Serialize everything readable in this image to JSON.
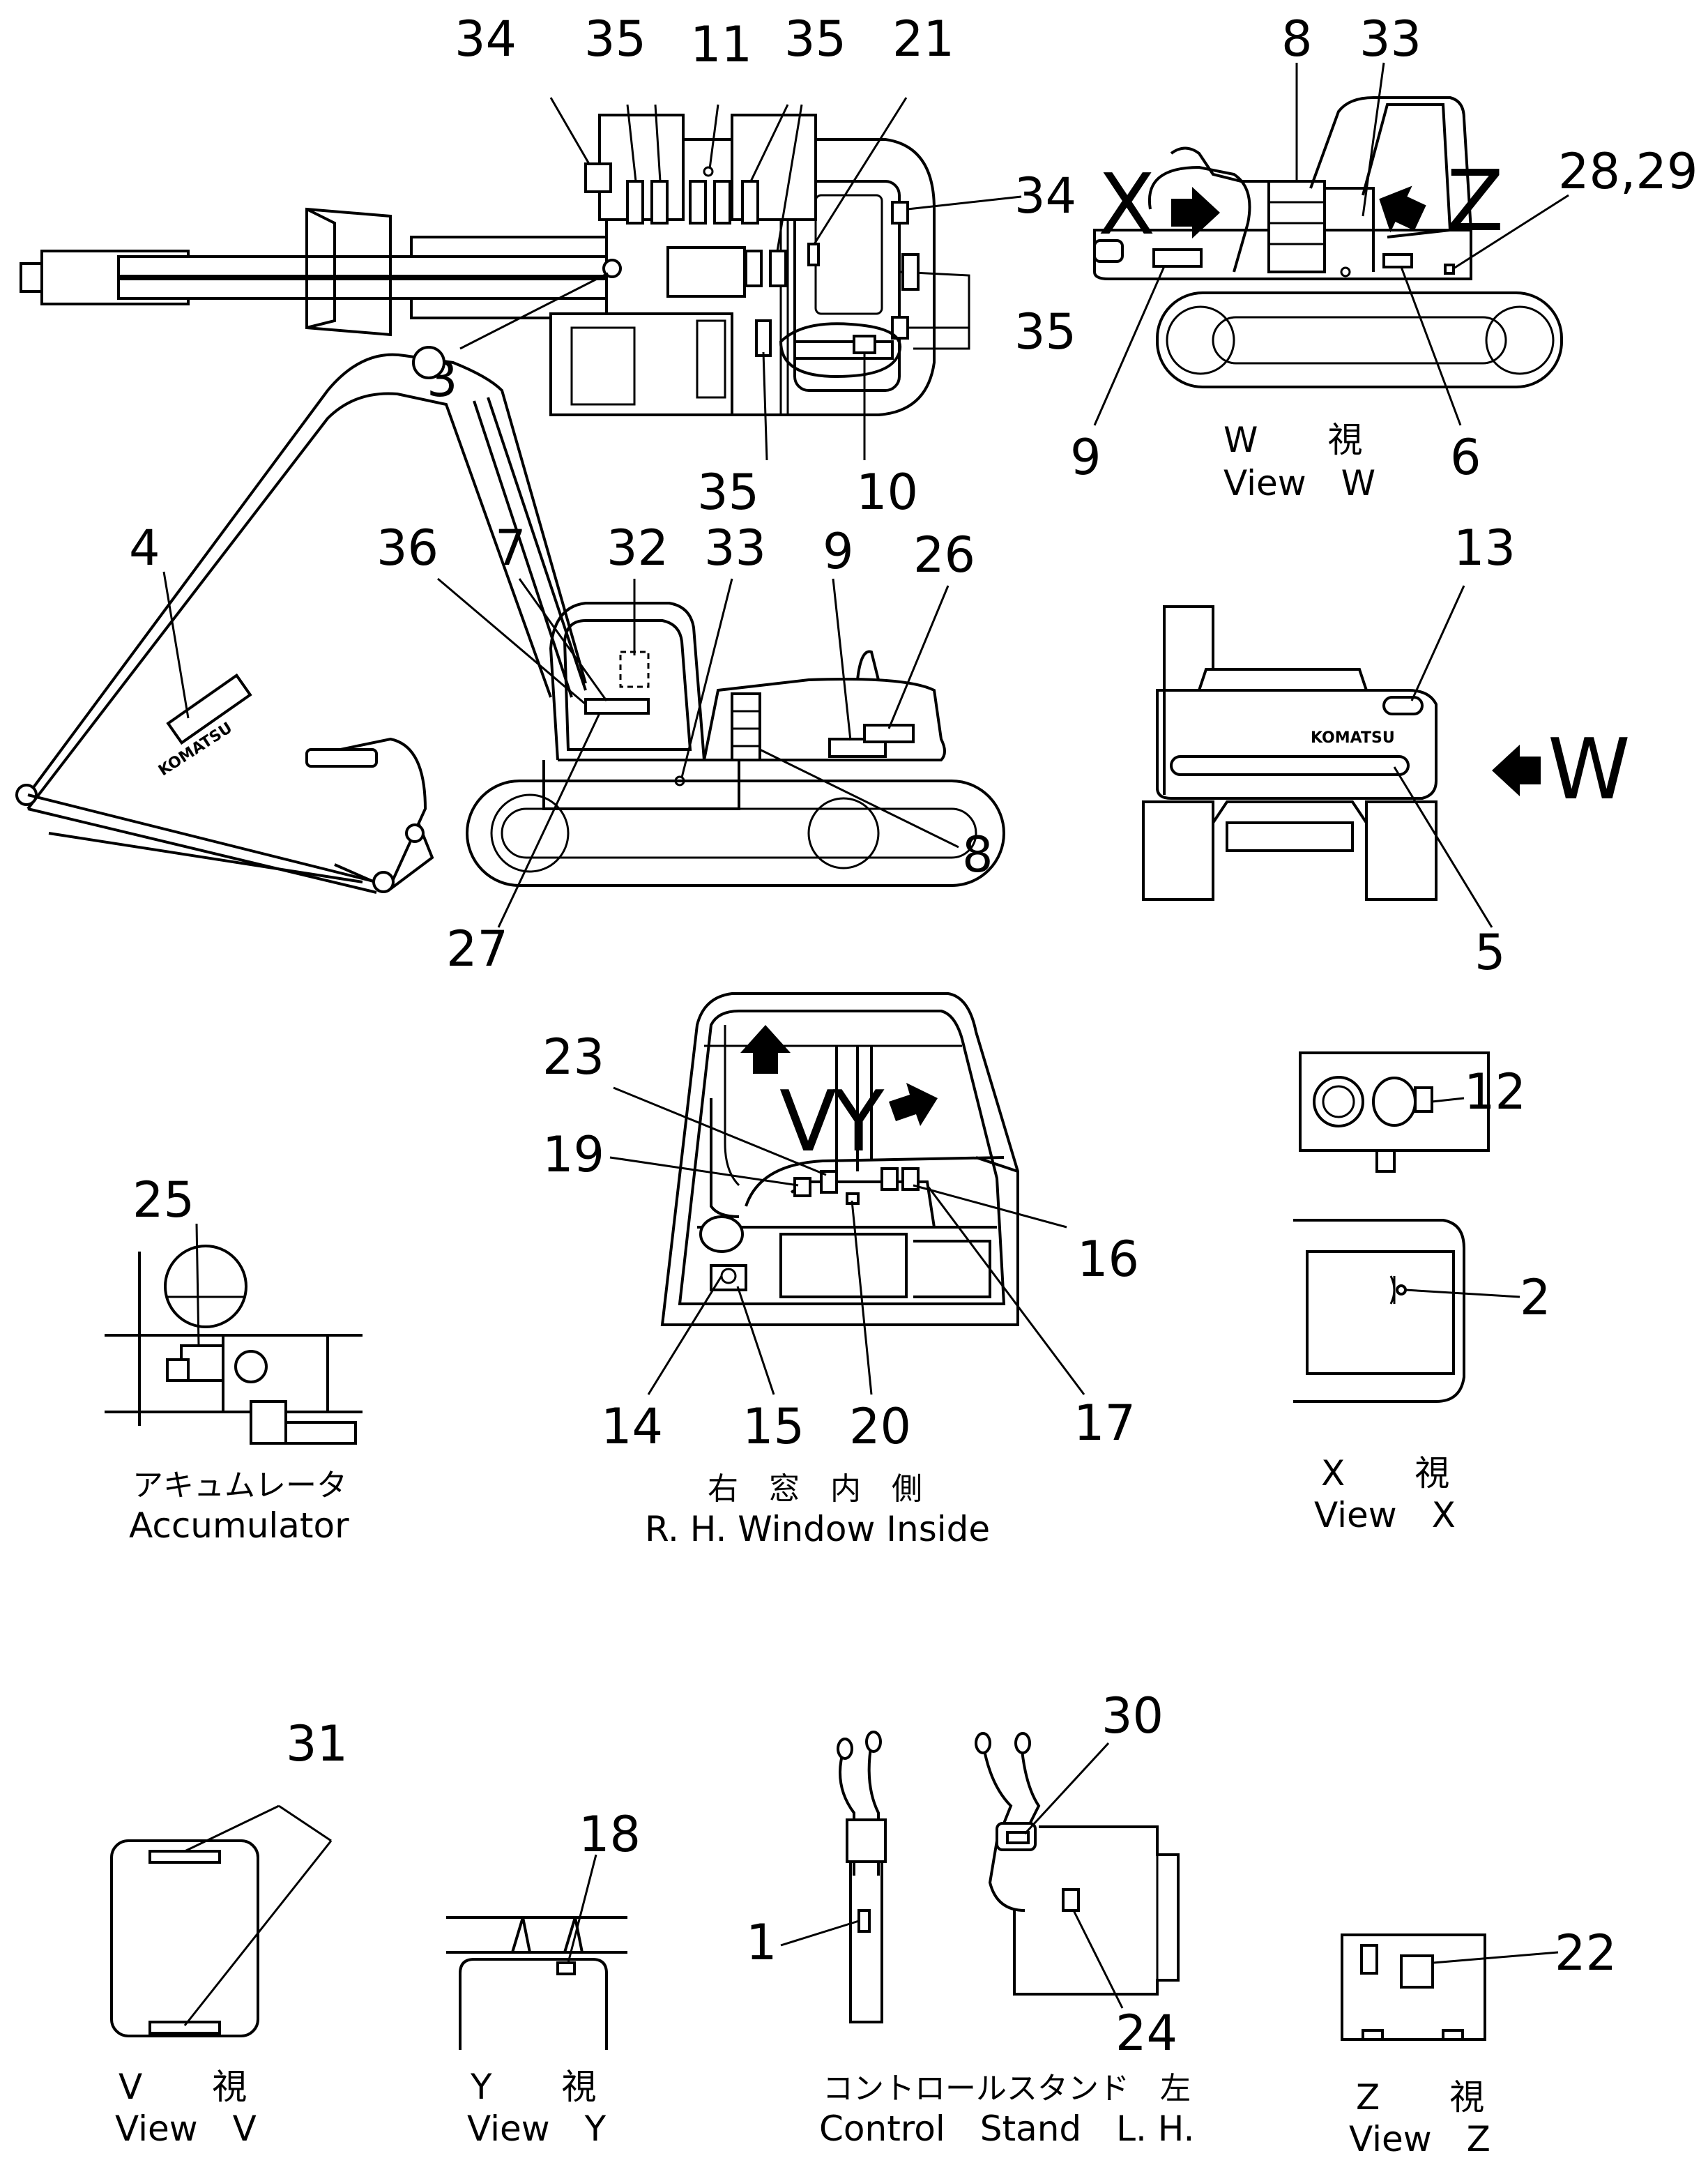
{
  "views": {
    "top": {
      "callouts": [
        "34",
        "35",
        "11",
        "35",
        "21",
        "34",
        "35",
        "35",
        "10",
        "3"
      ]
    },
    "view_w": {
      "callouts": [
        "8",
        "33",
        "28,29",
        "9",
        "6"
      ],
      "arrow_letters": {
        "x": "X",
        "z": "Z"
      },
      "caption_jp": "W　　視",
      "caption_en": "View　W"
    },
    "side": {
      "callouts": [
        "4",
        "36",
        "7",
        "32",
        "33",
        "9",
        "26",
        "8",
        "27"
      ],
      "brand_text": "KOMATSU"
    },
    "rear": {
      "callouts": [
        "13",
        "5"
      ],
      "brand_text": "KOMATSU",
      "arrow_letter": "W"
    },
    "window": {
      "callouts": [
        "23",
        "19",
        "16",
        "14",
        "15",
        "20",
        "17"
      ],
      "arrow_letters": {
        "v": "V",
        "y": "Y"
      },
      "caption_jp": "右　窓　内　側",
      "caption_en": "R. H.  Window  Inside"
    },
    "accumulator": {
      "callouts": [
        "25"
      ],
      "caption_jp": "アキュムレータ",
      "caption_en": "Accumulator"
    },
    "view_x": {
      "callouts": [
        "12",
        "2"
      ],
      "caption_jp": "X　　視",
      "caption_en": "View　X"
    },
    "view_v": {
      "callouts": [
        "31"
      ],
      "caption_jp": "V　　視",
      "caption_en": "View　V"
    },
    "view_y": {
      "callouts": [
        "18"
      ],
      "caption_jp": "Y　　視",
      "caption_en": "View　Y"
    },
    "control_stand": {
      "callouts": [
        "30",
        "1",
        "24"
      ],
      "caption_jp": "コントロールスタンド　左",
      "caption_en": "Control　Stand　L. H."
    },
    "view_z": {
      "callouts": [
        "22"
      ],
      "caption_jp": "Z　　視",
      "caption_en": "View　Z"
    }
  }
}
